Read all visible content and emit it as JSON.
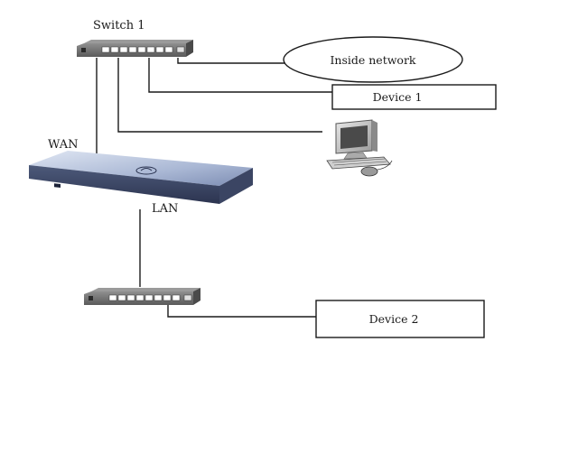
{
  "labels": {
    "switch1": "Switch 1",
    "wan": "WAN",
    "lan": "LAN",
    "inside_network": "Inside network",
    "device1": "Device 1",
    "device2": "Device 2"
  },
  "nodes": [
    {
      "id": "switch-1",
      "type": "switch-icon"
    },
    {
      "id": "router",
      "type": "router-icon"
    },
    {
      "id": "switch-2",
      "type": "switch-icon"
    },
    {
      "id": "inside-network",
      "type": "ellipse"
    },
    {
      "id": "device-1",
      "type": "box"
    },
    {
      "id": "pc",
      "type": "computer-icon"
    },
    {
      "id": "device-2",
      "type": "box"
    }
  ],
  "connections": [
    {
      "from": "switch-1",
      "to": "router",
      "label": "WAN"
    },
    {
      "from": "switch-1",
      "to": "inside-network"
    },
    {
      "from": "switch-1",
      "to": "device-1"
    },
    {
      "from": "switch-1",
      "to": "pc"
    },
    {
      "from": "router",
      "to": "switch-2",
      "label": "LAN"
    },
    {
      "from": "switch-2",
      "to": "device-2"
    }
  ],
  "colors": {
    "line": "#1a1a1a",
    "switch_body": "#5e5e5e",
    "router_body": "#b9c4dd",
    "background": "#ffffff"
  }
}
